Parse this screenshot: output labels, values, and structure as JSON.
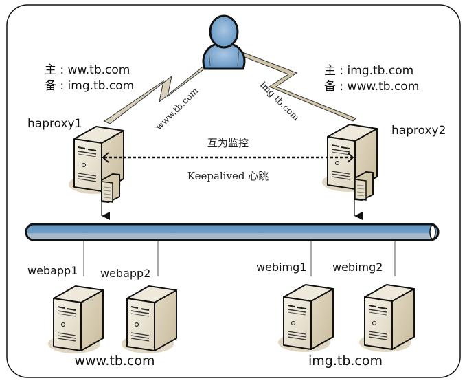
{
  "diagram": {
    "client": {
      "name": "user"
    },
    "haproxy1": {
      "name": "haproxy1",
      "primary_label": "主 : ww.tb.com",
      "backup_label": "备 : img.tb.com",
      "link_label": "www.tb.com"
    },
    "haproxy2": {
      "name": "haproxy2",
      "primary_label": "主 : img.tb.com",
      "backup_label": "备 : www.tb.com",
      "link_label": "img.tb.com"
    },
    "mutual_monitor_label": "互为监控",
    "heartbeat_label": "Keepalived 心跳",
    "backends": [
      {
        "name": "webapp1"
      },
      {
        "name": "webapp2"
      },
      {
        "name": "webimg1"
      },
      {
        "name": "webimg2"
      }
    ],
    "groups": [
      {
        "label": "www.tb.com"
      },
      {
        "label": "img.tb.com"
      }
    ],
    "colors": {
      "user_fill": "#6b9cc8",
      "bus_fill": "#6d9dc5",
      "server_face": "#ece6d6",
      "server_side": "#d6ccb4",
      "bolt_fill": "#d9d0bc"
    }
  }
}
